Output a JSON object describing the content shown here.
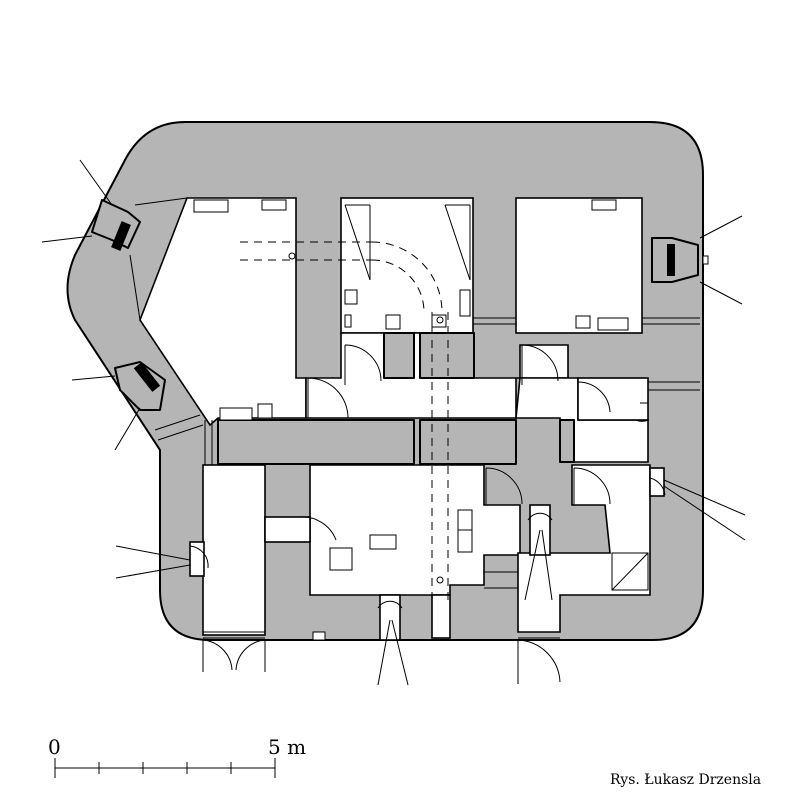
{
  "scale_bar": {
    "start_label": "0",
    "end_label": "5 m"
  },
  "credit": "Rys. Łukasz Drzensla",
  "colors": {
    "wall": "#b5b5b5",
    "line": "#000000",
    "background": "#ffffff"
  }
}
